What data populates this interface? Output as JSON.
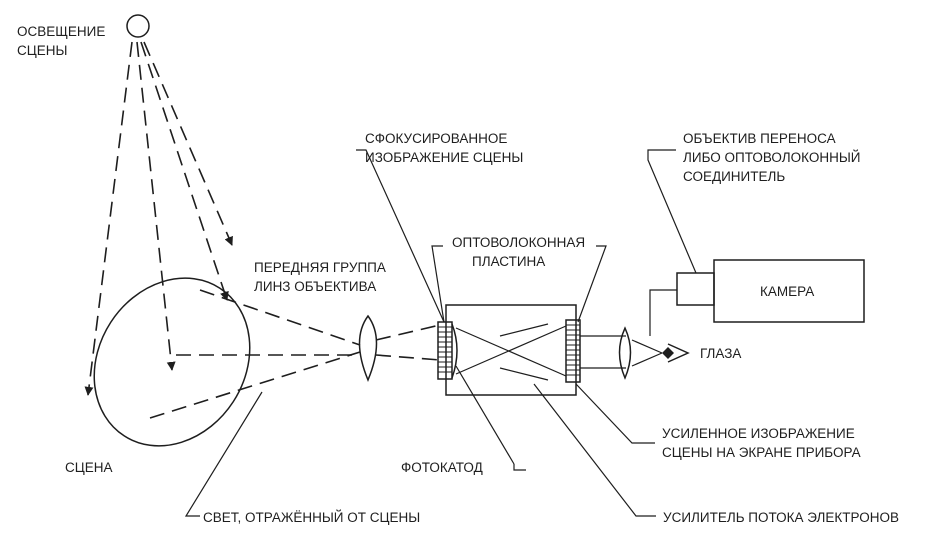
{
  "labels": {
    "illumination": [
      "ОСВЕЩЕНИЕ",
      "СЦЕНЫ"
    ],
    "scene": "СЦЕНА",
    "front_lens": [
      "ПЕРЕДНЯЯ ГРУППА",
      "ЛИНЗ ОБЪЕКТИВА"
    ],
    "reflected_light": "СВЕТ, ОТРАЖЁННЫЙ ОТ СЦЕНЫ",
    "focused_image": [
      "СФОКУСИРОВАННОЕ",
      "ИЗОБРАЖЕНИЕ СЦЕНЫ"
    ],
    "fiber_plate": [
      "ОПТОВОЛОКОННАЯ",
      "ПЛАСТИНА"
    ],
    "relay_lens": [
      "ОБЪЕКТИВ ПЕРЕНОСА",
      "ЛИБО ОПТОВОЛОКОННЫЙ",
      "СОЕДИНИТЕЛЬ"
    ],
    "camera": "КАМЕРА",
    "eyes": "ГЛАЗА",
    "photocathode": "ФОТОКАТОД",
    "intensified_image": [
      "УСИЛЕННОЕ ИЗОБРАЖЕНИЕ",
      "СЦЕНЫ НА ЭКРАНЕ ПРИБОРА"
    ],
    "electron_multiplier": "УСИЛИТЕЛЬ ПОТОКА ЭЛЕКТРОНОВ"
  },
  "colors": {
    "ink": "#1e1e1e",
    "background": "#ffffff"
  }
}
